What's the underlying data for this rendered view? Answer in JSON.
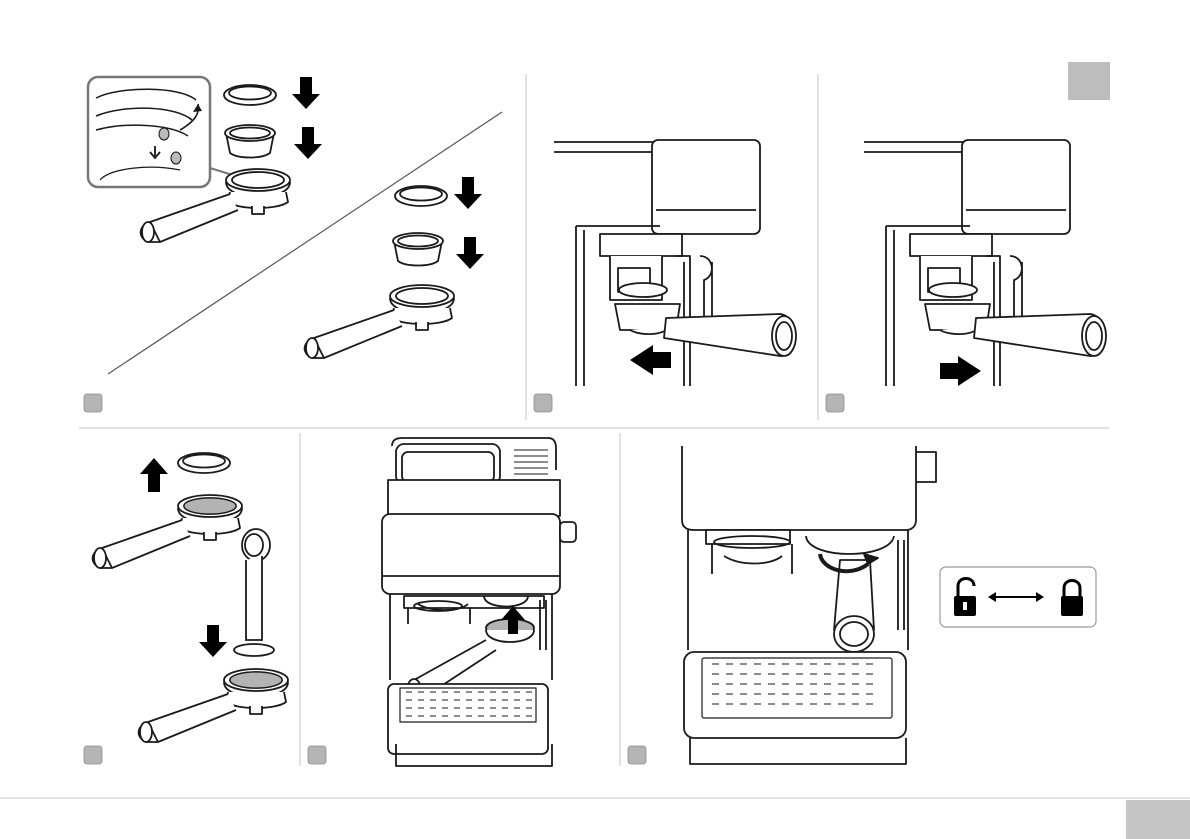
{
  "colors": {
    "line": "#1a1a1a",
    "step_badge": "#b4b4b4",
    "corner_tab": "#bdbdbd",
    "page_number_tab": "#c6c6c6",
    "coffee_fill": "#b3b3b3",
    "divider": "#c4c4c4",
    "arrow": "#000000"
  },
  "panels": [
    {
      "id": "step-1",
      "illustration": "portafilter-with-two-filter-baskets-and-clip"
    },
    {
      "id": "step-2",
      "illustration": "portafilter-inserted-turned-left-arrow"
    },
    {
      "id": "step-3",
      "illustration": "portafilter-turned-right-arrow"
    },
    {
      "id": "step-4",
      "illustration": "fill-coffee-and-tamp"
    },
    {
      "id": "step-5",
      "illustration": "insert-portafilter-into-machine"
    },
    {
      "id": "step-6",
      "illustration": "lock-portafilter-rotate"
    }
  ],
  "icons": [
    "open-padlock-icon",
    "double-arrow-icon",
    "closed-padlock-icon",
    "rotate-arrow-icon",
    "down-arrow-icon",
    "up-arrow-icon",
    "left-arrow-icon",
    "right-arrow-icon"
  ]
}
